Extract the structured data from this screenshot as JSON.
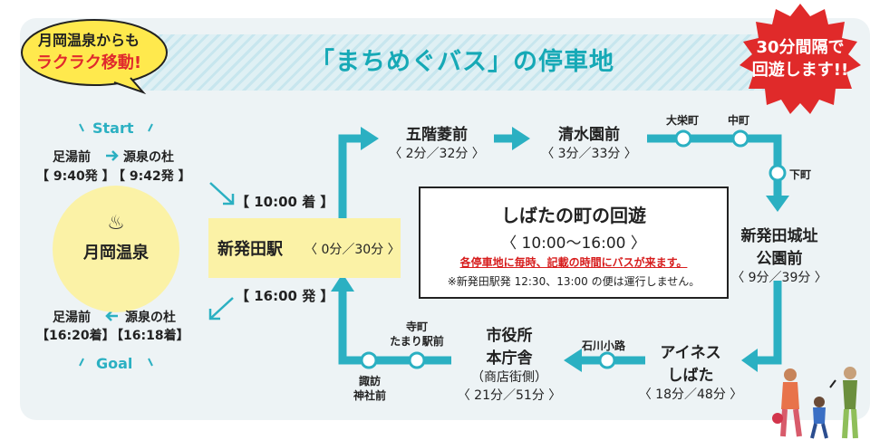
{
  "badge": {
    "line1": "月岡温泉からも",
    "line2": "ラクラク移動!"
  },
  "title": "「まちめぐバス」の停車地",
  "frequency": {
    "line1": "30分間隔で",
    "line2": "回遊します!!"
  },
  "start": {
    "label": "Start",
    "from": "足湯前",
    "to": "源泉の杜",
    "from_time": "【 9:40発 】",
    "to_time": "【 9:42発 】"
  },
  "goal": {
    "label": "Goal",
    "to": "足湯前",
    "from": "源泉の杜",
    "to_time": "【16:20着】",
    "from_time": "【16:18着】"
  },
  "onsen": {
    "name": "月岡温泉"
  },
  "station": {
    "name": "新発田駅",
    "time": "〈 0分／30分 〉",
    "arrive": "【 10:00 着 】",
    "depart": "【 16:00 発 】"
  },
  "stops": {
    "goken": {
      "name": "五階菱前",
      "time": "〈 2分／32分 〉"
    },
    "shimizu": {
      "name": "清水園前",
      "time": "〈 3分／33分 〉"
    },
    "daieicho": {
      "name": "大栄町"
    },
    "nakamachi": {
      "name": "中町"
    },
    "shimomachi": {
      "name": "下町"
    },
    "castle": {
      "line1": "新発田城址",
      "line2": "公園前",
      "time": "〈 9分／39分 〉"
    },
    "aines": {
      "line1": "アイネス",
      "line2": "しばた",
      "time": "〈 18分／48分 〉"
    },
    "ishikawa": {
      "name": "石川小路"
    },
    "cityhall": {
      "line1": "市役所",
      "line2": "本庁舎",
      "line3": "（商店街側）",
      "time": "〈 21分／51分 〉"
    },
    "teramachi": {
      "line1": "寺町",
      "line2": "たまり駅前"
    },
    "suwa": {
      "line1": "諏訪",
      "line2": "神社前"
    }
  },
  "info": {
    "title": "しばたの町の回遊",
    "hours": "〈 10:00～16:00 〉",
    "notice": "各停車地に毎時、記載の時間にバスが来ます。",
    "note": "※新発田駅発 12:30、13:00 の便は運行しません。"
  },
  "colors": {
    "route": "#2bb0c2",
    "accent_red": "#d71d1d",
    "highlight": "#fbf2a6"
  }
}
